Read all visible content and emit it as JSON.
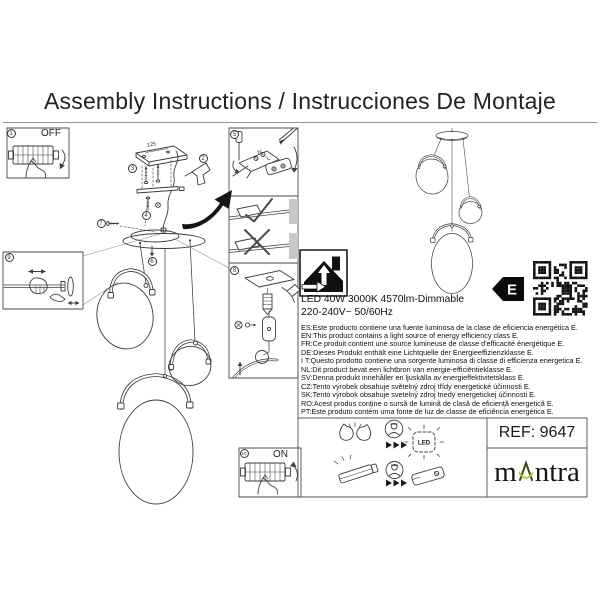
{
  "title": "Assembly Instructions / Instrucciones De Montaje",
  "steps": [
    "1",
    "2",
    "3",
    "4",
    "5",
    "6",
    "7",
    "8",
    "9",
    "10"
  ],
  "labels": {
    "off": "OFF",
    "on": "ON",
    "dimension": "125",
    "wire_n": "N",
    "wire_l": "L",
    "led_badge": "LED"
  },
  "specs": {
    "line1": "LED 40W 3000K 4570lm-Dimmable",
    "line2": "220-240V~ 50/60Hz"
  },
  "energy": {
    "class": "E"
  },
  "languages": [
    "ES:Este producto contiene una fuente luminosa de la clase de eficiencia energética E.",
    "EN:This product contains a light source of energy efficiency class E.",
    "FR:Ce produit contient une source lumineuse de classe d'efficacité énergétique E.",
    "DE:Dieses Produkt enthält eine Lichtquelle der Energieeffizienzklasse E.",
    "I T:Questo prodotto contiene una sorgente luminosa di classe di efficienza energetica E.",
    "NL:Dit product bevat een lichtbron van energie-efficiëntieklasse E.",
    "SV:Denna produkt innehåller en ljuskälla av energieffektivitetsklass E.",
    "CZ:Tento výrobek obsahuje světelný zdroj třídy energetické účinnosti E.",
    "SK:Tento výrobok obsahuje svetelný zdroj triedy energetickej účinnosti E.",
    "RO:Acest produs conține o sursă de lumină de clasă de eficiență energetică E.",
    "PT:Este produto contém uma fonte de luz de classe de eficiência energética E."
  ],
  "footer": {
    "ref": "REF: 9647",
    "brand_pre": "m",
    "brand_post": "ntra"
  },
  "colors": {
    "brand_caret": "#3a4a1c",
    "brand_swoosh": "#b2c938",
    "line": "#3c3c3c"
  }
}
